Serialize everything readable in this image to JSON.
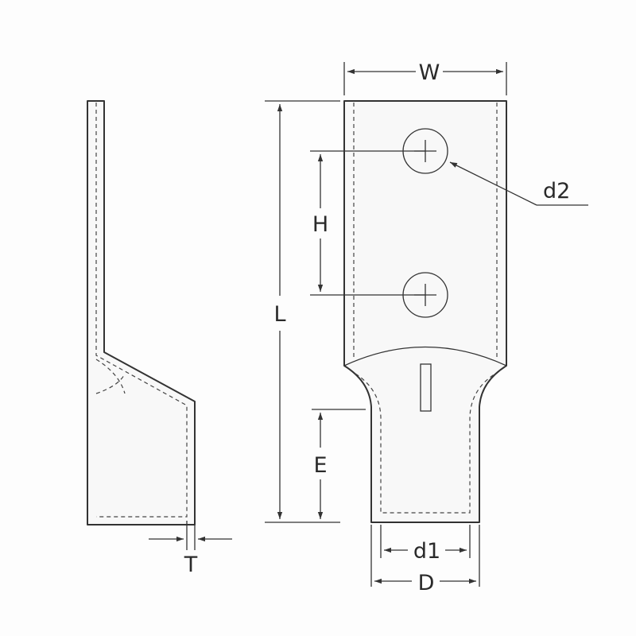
{
  "labels": {
    "width": "W",
    "length": "L",
    "hole_spacing": "H",
    "hole_diameter": "d2",
    "barrel_depth": "E",
    "inner_diameter": "d1",
    "outer_diameter": "D",
    "thickness": "T"
  },
  "colors": {
    "line": "#333333",
    "fill": "#f8f8f8",
    "background": "#fdfdfd"
  }
}
